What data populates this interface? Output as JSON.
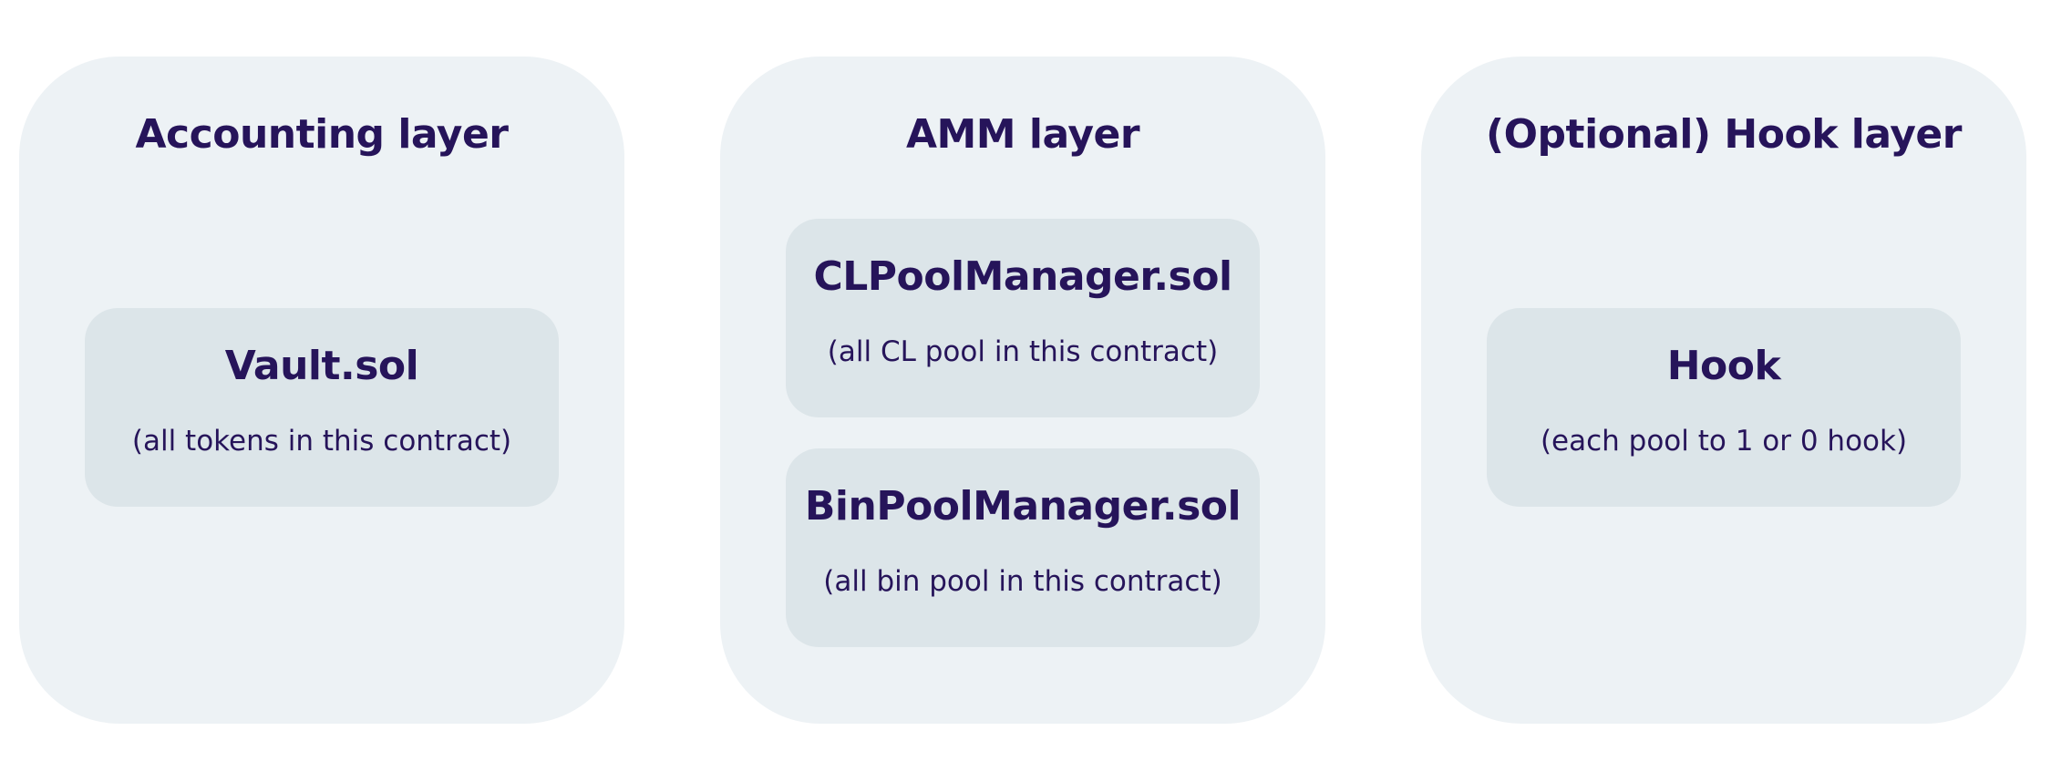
{
  "layers": [
    {
      "title": "Accounting layer",
      "components": [
        {
          "name": "Vault.sol",
          "description": "(all tokens in this contract)"
        }
      ]
    },
    {
      "title": "AMM layer",
      "components": [
        {
          "name": "CLPoolManager.sol",
          "description": "(all CL pool in this contract)"
        },
        {
          "name": "BinPoolManager.sol",
          "description": "(all bin pool in this contract)"
        }
      ]
    },
    {
      "title": "(Optional) Hook layer",
      "components": [
        {
          "name": "Hook",
          "description": "(each pool to 1 or 0 hook)"
        }
      ]
    }
  ],
  "colors": {
    "text": "#26145a",
    "layer_background": "#edf2f5",
    "card_background": "#dce5e9",
    "page_background": "#ffffff"
  }
}
